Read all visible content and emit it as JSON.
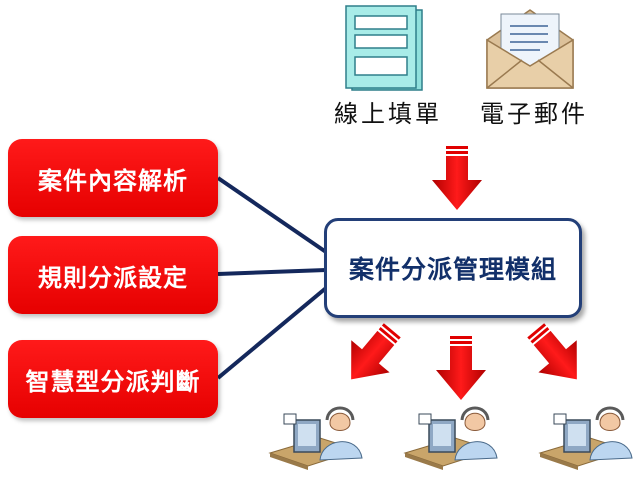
{
  "inputs": [
    {
      "label": "線上填單",
      "icon": "online-form-icon"
    },
    {
      "label": "電子郵件",
      "icon": "email-envelope-icon"
    }
  ],
  "center": {
    "label": "案件分派管理模組"
  },
  "functions": [
    {
      "label": "案件內容解析"
    },
    {
      "label": "規則分派設定"
    },
    {
      "label": "智慧型分派判斷"
    }
  ],
  "outputs": [
    {
      "icon": "agent-workstation-icon"
    },
    {
      "icon": "agent-workstation-icon"
    },
    {
      "icon": "agent-workstation-icon"
    }
  ],
  "colors": {
    "function_box": "#ff0000",
    "center_border": "#233f78",
    "center_text": "#12306a",
    "connector": "#14285c",
    "arrow": "#e00000"
  }
}
